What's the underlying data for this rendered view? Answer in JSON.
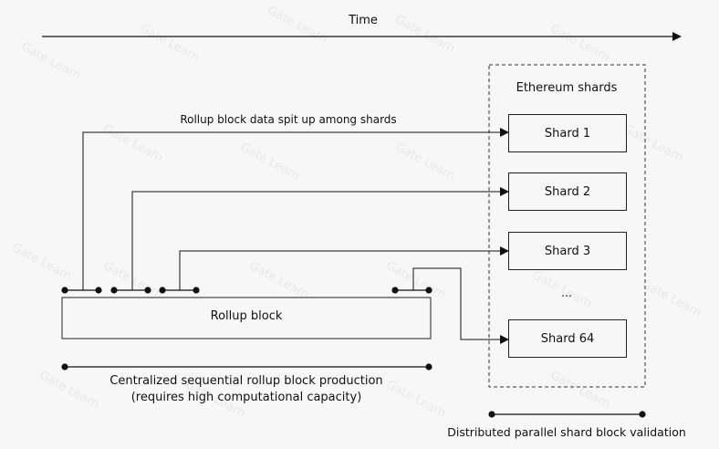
{
  "time_label": "Time",
  "rollup_data_label": "Rollup block data spit up among shards",
  "ethereum_shards_label": "Ethereum shards",
  "shards": [
    "Shard 1",
    "Shard 2",
    "Shard 3",
    "Shard 64"
  ],
  "ellipsis": "...",
  "rollup_block_label": "Rollup block",
  "centralized_label_line1": "Centralized sequential rollup block production",
  "centralized_label_line2": "(requires high computational capacity)",
  "distributed_label": "Distributed parallel shard block validation",
  "watermark_text": "Gate Learn"
}
